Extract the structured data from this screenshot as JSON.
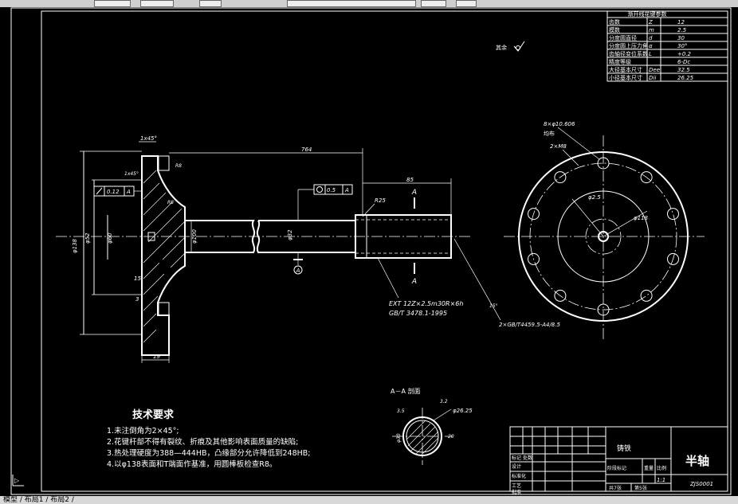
{
  "params_table": {
    "header": "渐开线花键参数",
    "rows": [
      {
        "name": "齿数",
        "sym": "Z",
        "val": "12"
      },
      {
        "name": "模数",
        "sym": "m",
        "val": "2.5"
      },
      {
        "name": "分度圆直径",
        "sym": "d",
        "val": "30"
      },
      {
        "name": "分度圆上压力角",
        "sym": "α",
        "val": "30°"
      },
      {
        "name": "齿轴径变位系数",
        "sym": "L",
        "val": "+0.2"
      },
      {
        "name": "精度等级",
        "sym": "",
        "val": "6-Dc"
      },
      {
        "name": "大径基本尺寸",
        "sym": "Dee",
        "val": "32.5"
      },
      {
        "name": "小径基本尺寸",
        "sym": "Dii",
        "val": "26.25"
      }
    ]
  },
  "surface_note": "其余",
  "main_view": {
    "length": "764",
    "spline_len": "85",
    "radius": "R25",
    "chamfer": "1x45°",
    "chamfer2": "1x45°",
    "runout": "0.12",
    "runout_datum": "A",
    "roundness": "0.5",
    "roundness_datum": "A",
    "datum_label": "A",
    "section_label": "A",
    "dia_flange": "φ138",
    "dia_52": "φ52",
    "dia_60": "φ60",
    "dia_100": "φ100",
    "dia_32": "φ32",
    "width_19": "19",
    "width_3": "3",
    "r15": "15",
    "r35": "R8",
    "r8": "R8",
    "spline_spec_1": "EXT 12Z×2.5m30R×6h",
    "spline_spec_2": "GB/T 3478.1-1995",
    "thread_note": "2×GB/T4459.5-A4/8.5",
    "angle_note": "15°"
  },
  "flange_view": {
    "bolt_circle": "8×φ10.606",
    "even_note": "均布",
    "holes2": "2×M8",
    "dia_inner": "φ2.5",
    "dia_pcd": "φ118"
  },
  "section_view": {
    "title": "A－A 剖面",
    "dia": "φ26.25",
    "label_20": "φ30",
    "small1": "3.5",
    "small2": "3.2",
    "small3": "20"
  },
  "tech_req": {
    "title": "技术要求",
    "items": [
      "1.未注倒角为2×45°;",
      "2.花键杆部不得有裂纹、折痕及其他影响表面质量的缺陷;",
      "3.热处理硬度为388—444HB，凸缘部分允许降低到248HB;",
      "4.以φ138表面和T端面作基准，用圆棒板检查R8。"
    ]
  },
  "title_block": {
    "material": "铸铁",
    "name": "半轴",
    "drawing_no": "ZJS0001",
    "scale": "1:1",
    "sheets": "共7张",
    "sheet": "第5张",
    "labels": {
      "designer": "设计",
      "review": "标准化",
      "process": "工艺",
      "approve": "批准",
      "stage": "阶段标记",
      "weight": "重量",
      "ratio": "比例",
      "mark": "标记",
      "count": "处数"
    }
  },
  "status": {
    "left_arrow": "▷",
    "text": "模型 / 布局1 / 布局2 /"
  }
}
